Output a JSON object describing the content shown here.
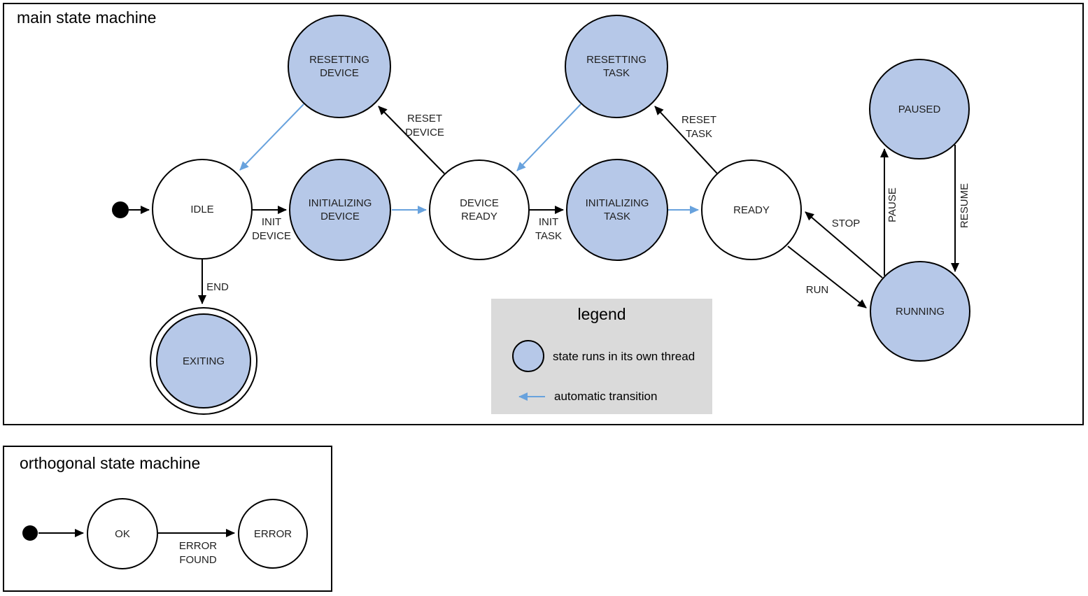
{
  "colors": {
    "line_color": "#000000",
    "auto_color": "#68a2dd",
    "state_fill": "#b6c8e8",
    "legend_bg": "#dadada"
  },
  "main": {
    "title": "main state machine",
    "states": {
      "resetting_device": {
        "lines": [
          "RESETTING",
          "DEVICE"
        ]
      },
      "resetting_task": {
        "lines": [
          "RESETTING",
          "TASK"
        ]
      },
      "paused": {
        "label": "PAUSED"
      },
      "idle": {
        "label": "IDLE"
      },
      "initializing_device": {
        "lines": [
          "INITIALIZING",
          "DEVICE"
        ]
      },
      "device_ready": {
        "lines": [
          "DEVICE",
          "READY"
        ]
      },
      "initializing_task": {
        "lines": [
          "INITIALIZING",
          "TASK"
        ]
      },
      "ready": {
        "label": "READY"
      },
      "running": {
        "label": "RUNNING"
      },
      "exiting": {
        "label": "EXITING"
      }
    },
    "transitions": {
      "init_device": {
        "lines": [
          "INIT",
          "DEVICE"
        ]
      },
      "reset_device": {
        "lines": [
          "RESET",
          "DEVICE"
        ]
      },
      "init_task": {
        "lines": [
          "INIT",
          "TASK"
        ]
      },
      "reset_task": {
        "lines": [
          "RESET",
          "TASK"
        ]
      },
      "end": {
        "label": "END"
      },
      "stop": {
        "label": "STOP"
      },
      "run": {
        "label": "RUN"
      },
      "pause": {
        "label": "PAUSE"
      },
      "resume": {
        "label": "RESUME"
      }
    }
  },
  "legend": {
    "title": "legend",
    "thread_item": "state runs in its own thread",
    "auto_item": "automatic transition"
  },
  "orthogonal": {
    "title": "orthogonal state machine",
    "states": {
      "ok": {
        "label": "OK"
      },
      "error": {
        "label": "ERROR"
      }
    },
    "transitions": {
      "error_found": {
        "lines": [
          "ERROR",
          "FOUND"
        ]
      }
    }
  }
}
